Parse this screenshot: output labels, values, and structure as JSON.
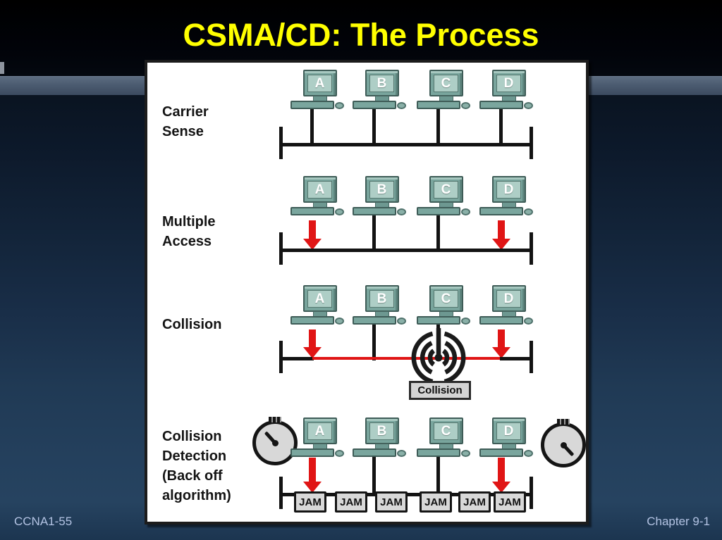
{
  "title": "CSMA/CD: The Process",
  "footer": {
    "left": "CCNA1-55",
    "right": "Chapter 9-1"
  },
  "colors": {
    "title_text": "#ffff00",
    "arrow_red": "#e01515",
    "bus_black": "#131313",
    "panel_bg": "#ffffff",
    "monitor_teal": "#79a59d",
    "screen_teal": "#aecec6",
    "stripe_blue": "#4d5d72",
    "footer_text": "#b3c3e3"
  },
  "rows": [
    {
      "label": "Carrier\nSense",
      "stations": [
        {
          "letter": "A"
        },
        {
          "letter": "B"
        },
        {
          "letter": "C"
        },
        {
          "letter": "D"
        }
      ]
    },
    {
      "label": "Multiple\nAccess",
      "stations": [
        {
          "letter": "A"
        },
        {
          "letter": "B"
        },
        {
          "letter": "C"
        },
        {
          "letter": "D"
        }
      ],
      "transmitting": [
        "A",
        "D"
      ]
    },
    {
      "label": "Collision",
      "badge": "Collision",
      "stations": [
        {
          "letter": "A"
        },
        {
          "letter": "B"
        },
        {
          "letter": "C"
        },
        {
          "letter": "D"
        }
      ],
      "transmitting": [
        "A",
        "D"
      ]
    },
    {
      "label": "Collision\nDetection\n(Back off\nalgorithm)",
      "stations": [
        {
          "letter": "A"
        },
        {
          "letter": "B"
        },
        {
          "letter": "C"
        },
        {
          "letter": "D"
        }
      ],
      "transmitting": [
        "A",
        "D"
      ],
      "jams": [
        "JAM",
        "JAM",
        "JAM",
        "JAM",
        "JAM",
        "JAM"
      ]
    }
  ]
}
